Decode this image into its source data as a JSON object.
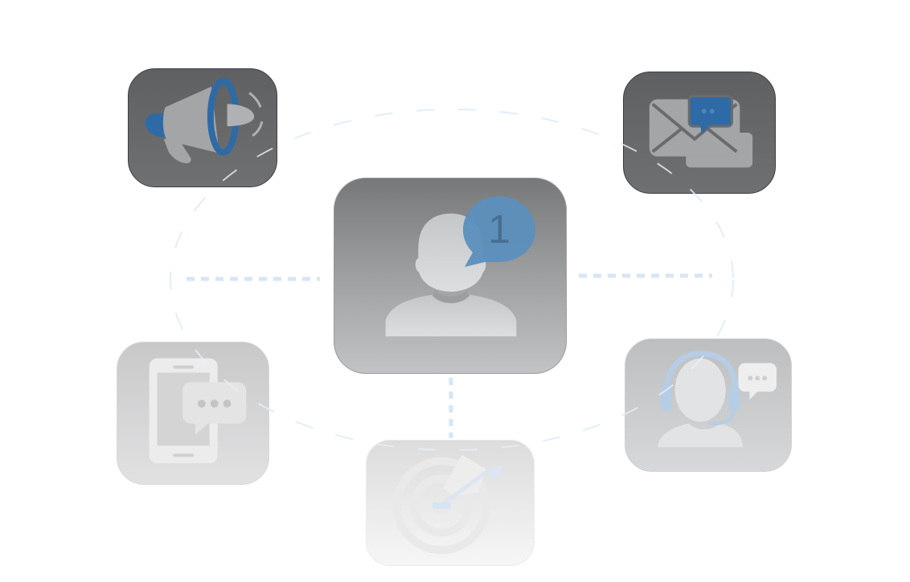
{
  "diagram": {
    "center": {
      "icon": "user-notification-icon",
      "badge_count": "1"
    },
    "nodes": [
      {
        "id": "megaphone",
        "icon": "megaphone-icon"
      },
      {
        "id": "email",
        "icon": "email-chat-icon"
      },
      {
        "id": "mobile",
        "icon": "mobile-chat-icon"
      },
      {
        "id": "support",
        "icon": "headset-support-icon"
      },
      {
        "id": "target",
        "icon": "target-arrow-icon"
      }
    ],
    "colors": {
      "accent_blue": "#2e6aa6",
      "badge_blue": "#5b8fbd",
      "connector_blue": "#cfe2f5",
      "dark_tile": "#646567",
      "tile_border": "#3b3f48"
    }
  }
}
